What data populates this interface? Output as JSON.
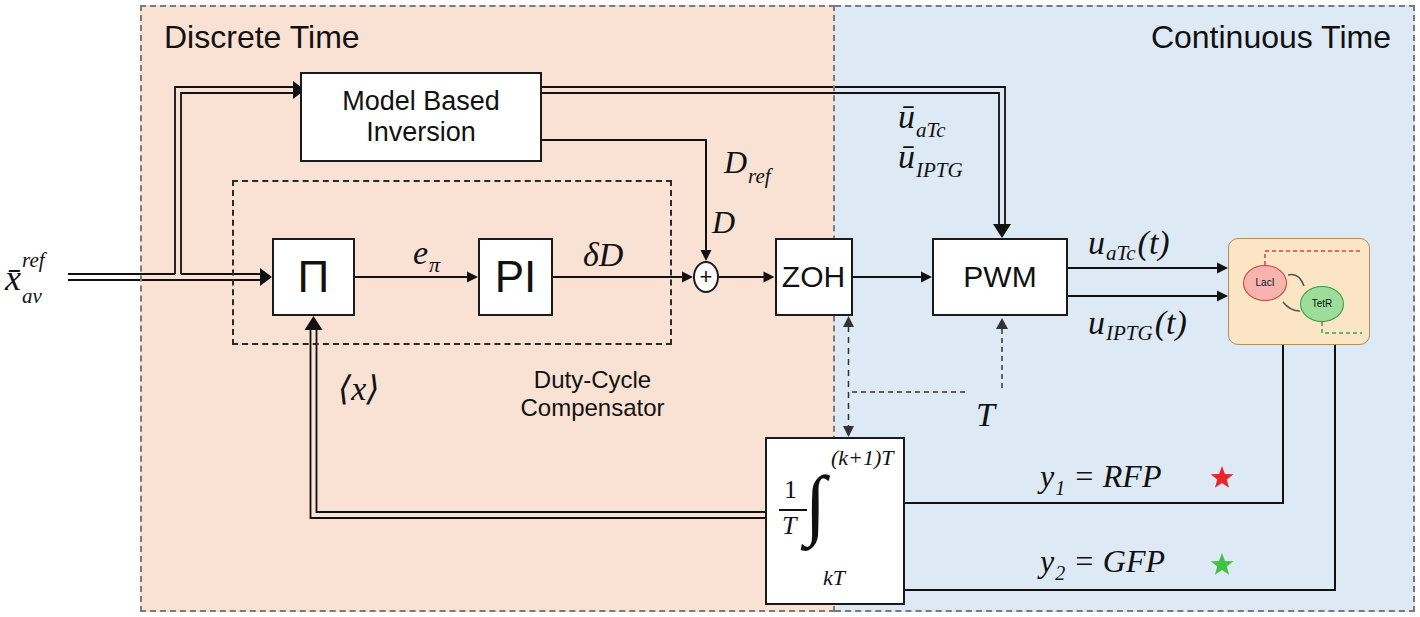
{
  "diagram": {
    "nodes": [
      {
        "text": [
          "Discrete Time"
        ]
      },
      {
        "text": [
          "Continuous Time"
        ]
      },
      {
        "text": [
          "Model Based Inversion"
        ],
        "in": 0
      },
      {
        "text": [
          "Duty-Cycle Compensator"
        ],
        "in": 0
      },
      {
        "text": [
          "Π"
        ],
        "in": 3
      },
      {
        "text": [
          "PI"
        ],
        "in": 3
      },
      {
        "text": [
          "+"
        ],
        "in": 0
      },
      {
        "text": [
          "ZOH"
        ]
      },
      {
        "text": [
          "PWM"
        ],
        "in": 1
      },
      {
        "text": [],
        "in": 1
      },
      {
        "text": [
          "LacI"
        ],
        "in": 9
      },
      {
        "text": [
          "TetR"
        ],
        "in": 9
      },
      {
        "text": [
          "1",
          "T",
          "∫",
          "(k+1)T",
          "kT"
        ]
      }
    ],
    "edges": [
      {
        "from": 4,
        "to": 5,
        "arrow": "to"
      },
      {
        "from": 5,
        "to": 6,
        "label": "δD",
        "arrow": "to"
      },
      {
        "from": 2,
        "to": 6,
        "arrow": "to"
      },
      {
        "from": 6,
        "to": 7,
        "label": "D",
        "arrow": "to"
      },
      {
        "from": 7,
        "to": 8,
        "arrow": "to"
      },
      {
        "from": 2,
        "to": 8,
        "arrow": "to"
      },
      {
        "from": 8,
        "to": 9,
        "arrow": "to"
      },
      {
        "from": 8,
        "to": 9,
        "arrow": "to"
      },
      {
        "from": 9,
        "to": 12,
        "arrow": "none"
      },
      {
        "from": 9,
        "to": 12,
        "arrow": "none"
      },
      {
        "from": 12,
        "to": 4,
        "arrow": "to"
      },
      {
        "from": 7,
        "to": 12,
        "arrow": "both"
      }
    ],
    "labels": [
      "x̄",
      "ref",
      "av",
      "e",
      "π",
      "D",
      "ref",
      "ū",
      "aTc",
      "ū",
      "IPTG",
      "u",
      "aTc",
      "(t)",
      "u",
      "IPTG",
      "(t)",
      "T",
      "y",
      "1",
      "= RFP",
      "y",
      "2",
      "= GFP",
      "⟨x⟩"
    ]
  }
}
